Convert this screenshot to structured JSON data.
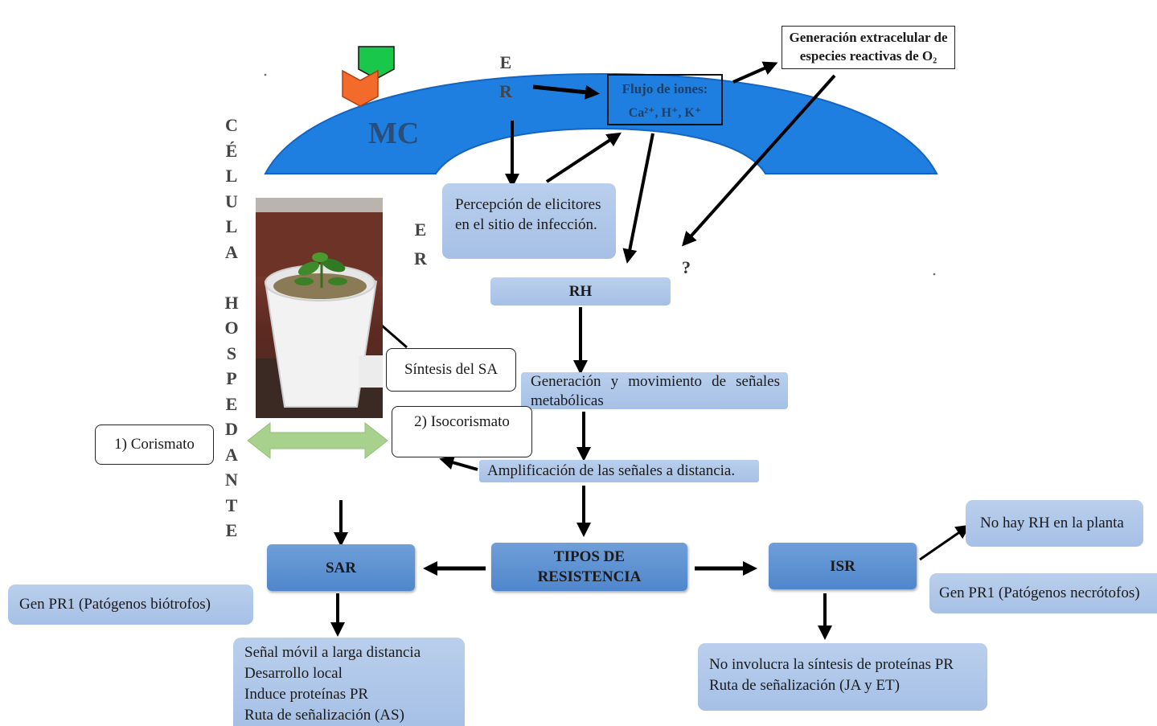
{
  "membrane_label": "MC",
  "er_top": [
    "E",
    "R"
  ],
  "er_mid": [
    "E",
    "R"
  ],
  "vertical_label": [
    "C",
    "É",
    "L",
    "U",
    "L",
    "A",
    "",
    "H",
    "O",
    "S",
    "P",
    "E",
    "D",
    "A",
    "N",
    "T",
    "E"
  ],
  "ion_flux": {
    "line1": "Flujo de iones:",
    "line2": "Ca²⁺, H⁺, K⁺"
  },
  "ros": {
    "line1": "Generación extracelular de",
    "line2": "especies reactivas de O₂"
  },
  "perception": "Percepción de elicitores en el sitio de infección.",
  "question_mark": "?",
  "rh": "RH",
  "generation": "Generación y movimiento de señales metabólicas",
  "amplification": "Amplificación de las señales a distancia.",
  "sa_synthesis": "Síntesis del SA",
  "corismato": "1) Corismato",
  "isocorismato": "2) Isocorismato",
  "tipos": {
    "line1": "TIPOS DE",
    "line2": "RESISTENCIA"
  },
  "sar": "SAR",
  "isr": "ISR",
  "gen_pr1_left": "Gen PR1 (Patógenos biótrofos)",
  "gen_pr1_right": "Gen PR1 (Patógenos necrótofos)",
  "no_rh": "No hay RH en la planta",
  "sar_details": [
    "Señal móvil a larga distancia",
    "Desarrollo local",
    "Induce proteínas PR",
    "Ruta de señalización (AS)"
  ],
  "isr_details": [
    "No involucra la síntesis de proteínas PR",
    "Ruta de señalización (JA y ET)"
  ]
}
